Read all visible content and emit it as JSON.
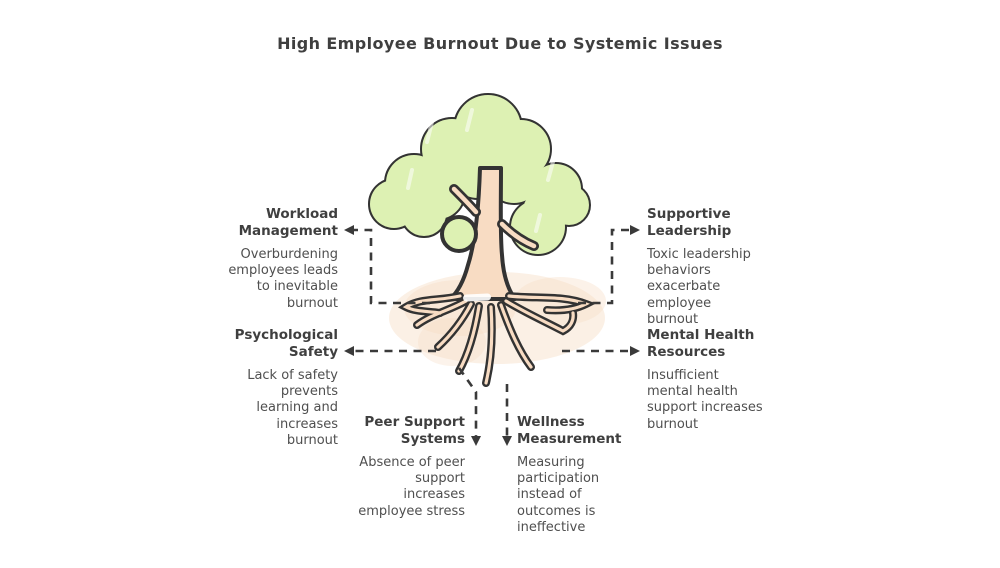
{
  "title": "High Employee Burnout Due to Systemic Issues",
  "illustration": "tree-with-roots",
  "nodes": [
    {
      "id": "workload-management",
      "label": "Workload\nManagement",
      "description": "Overburdening\nemployees leads\nto inevitable\nburnout",
      "arrow": "left"
    },
    {
      "id": "psychological-safety",
      "label": "Psychological\nSafety",
      "description": "Lack of safety\nprevents\nlearning and\nincreases\nburnout",
      "arrow": "left"
    },
    {
      "id": "peer-support-systems",
      "label": "Peer Support\nSystems",
      "description": "Absence of peer\nsupport\nincreases\nemployee stress",
      "arrow": "down"
    },
    {
      "id": "wellness-measurement",
      "label": "Wellness\nMeasurement",
      "description": "Measuring\nparticipation\ninstead of\noutcomes is\nineffective",
      "arrow": "down"
    },
    {
      "id": "supportive-leadership",
      "label": "Supportive\nLeadership",
      "description": "Toxic leadership\nbehaviors\nexacerbate\nemployee\nburnout",
      "arrow": "right"
    },
    {
      "id": "mental-health-resources",
      "label": "Mental Health\nResources",
      "description": "Insufficient\nmental health\nsupport increases\nburnout",
      "arrow": "right"
    }
  ],
  "colors": {
    "background": "#ffffff",
    "heading_text": "#3f3f3f",
    "body_text": "#4f4f4f",
    "connector": "#3a3a3a",
    "foliage_green": "#ddf1b3",
    "trunk_peach": "#f8dcc3",
    "root_glow": "#f7ddc6",
    "outline": "#333333"
  }
}
